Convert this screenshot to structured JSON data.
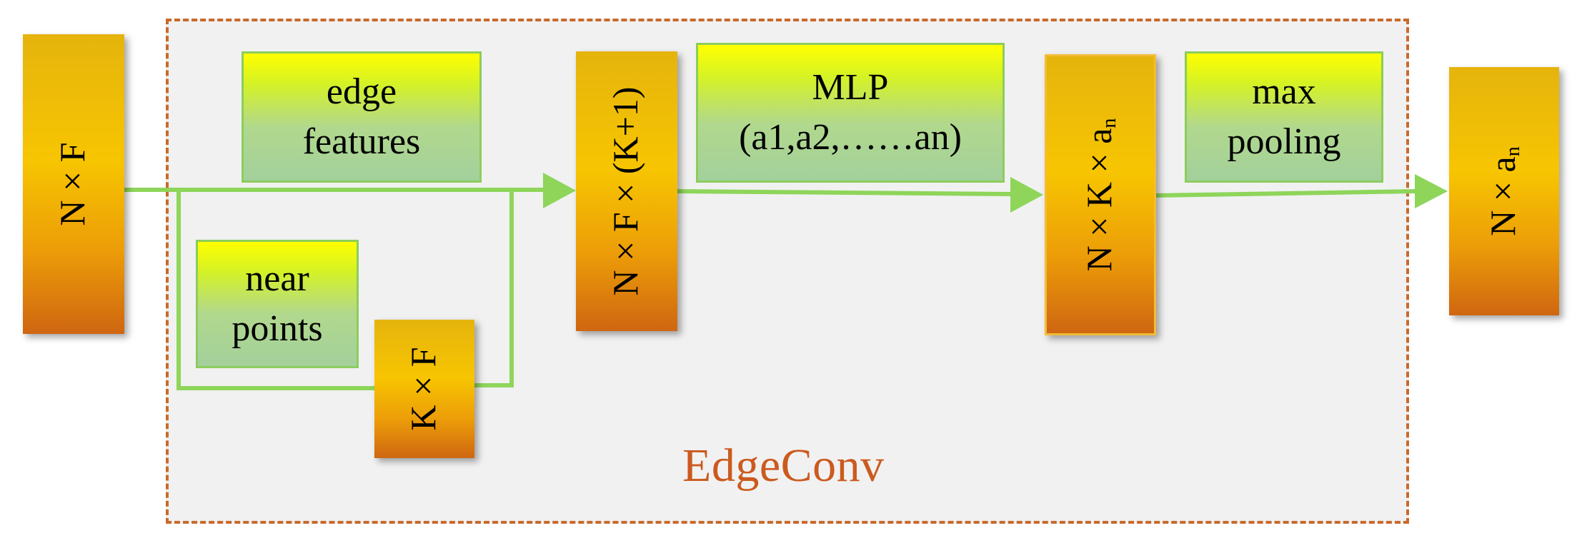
{
  "frame": {
    "label": "EdgeConv",
    "border_color": "#c96a2b",
    "fill_color": "#f1f1f1",
    "label_color": "#cb5a1f"
  },
  "tensors": {
    "input": {
      "main": "N × F",
      "sub": ""
    },
    "neighbors": {
      "main": "K × F",
      "sub": ""
    },
    "concat": {
      "main": "N × F × (K+1)",
      "sub": ""
    },
    "mlp_out": {
      "main": "N × K × a",
      "sub": "n"
    },
    "output": {
      "main": "N × a",
      "sub": "n"
    }
  },
  "operations": {
    "edge_features": {
      "line1": "edge",
      "line2": "features"
    },
    "near_points": {
      "line1": "near",
      "line2": "points"
    },
    "mlp": {
      "line1": "MLP",
      "line2": "(a1,a2,……an)"
    },
    "max_pooling": {
      "line1": "max",
      "line2": "pooling"
    }
  },
  "colors": {
    "connector": "#8ed55a",
    "tensor_top": "#e5b40d",
    "tensor_bottom": "#cf6611",
    "op_top": "#ffff00",
    "op_bottom": "#a3d09c"
  }
}
